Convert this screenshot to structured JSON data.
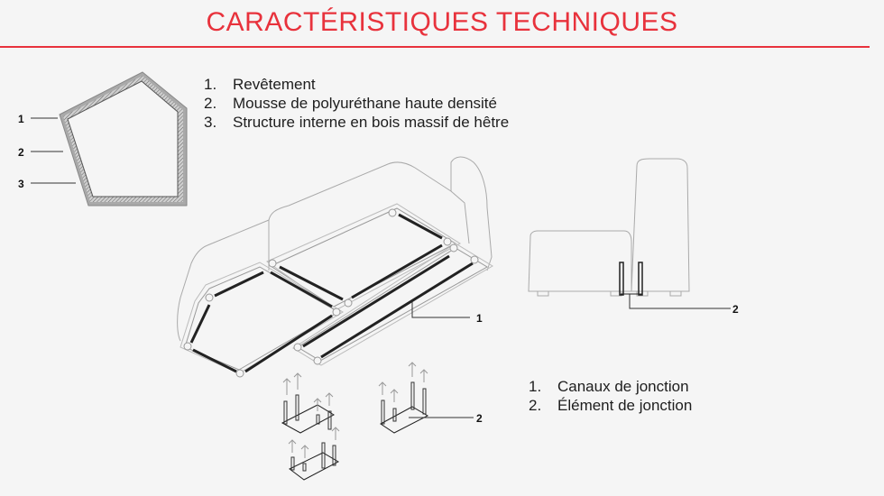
{
  "header": {
    "title": "CARACTÉRISTIQUES TECHNIQUES",
    "accent_color": "#e8323c"
  },
  "cross_section": {
    "callouts": [
      "1",
      "2",
      "3"
    ]
  },
  "legend_materials": {
    "items": [
      {
        "number": "1.",
        "label": "Revêtement"
      },
      {
        "number": "2.",
        "label": "Mousse de polyuréthane haute densité"
      },
      {
        "number": "3.",
        "label": "Structure interne en bois massif de hêtre"
      }
    ]
  },
  "sofa_isometric": {
    "callout": "1"
  },
  "sofa_side": {
    "callout": "2"
  },
  "connectors": {
    "callout": "2"
  },
  "legend_junction": {
    "items": [
      {
        "number": "1.",
        "label": "Canaux de jonction"
      },
      {
        "number": "2.",
        "label": "Élément de jonction"
      }
    ]
  }
}
